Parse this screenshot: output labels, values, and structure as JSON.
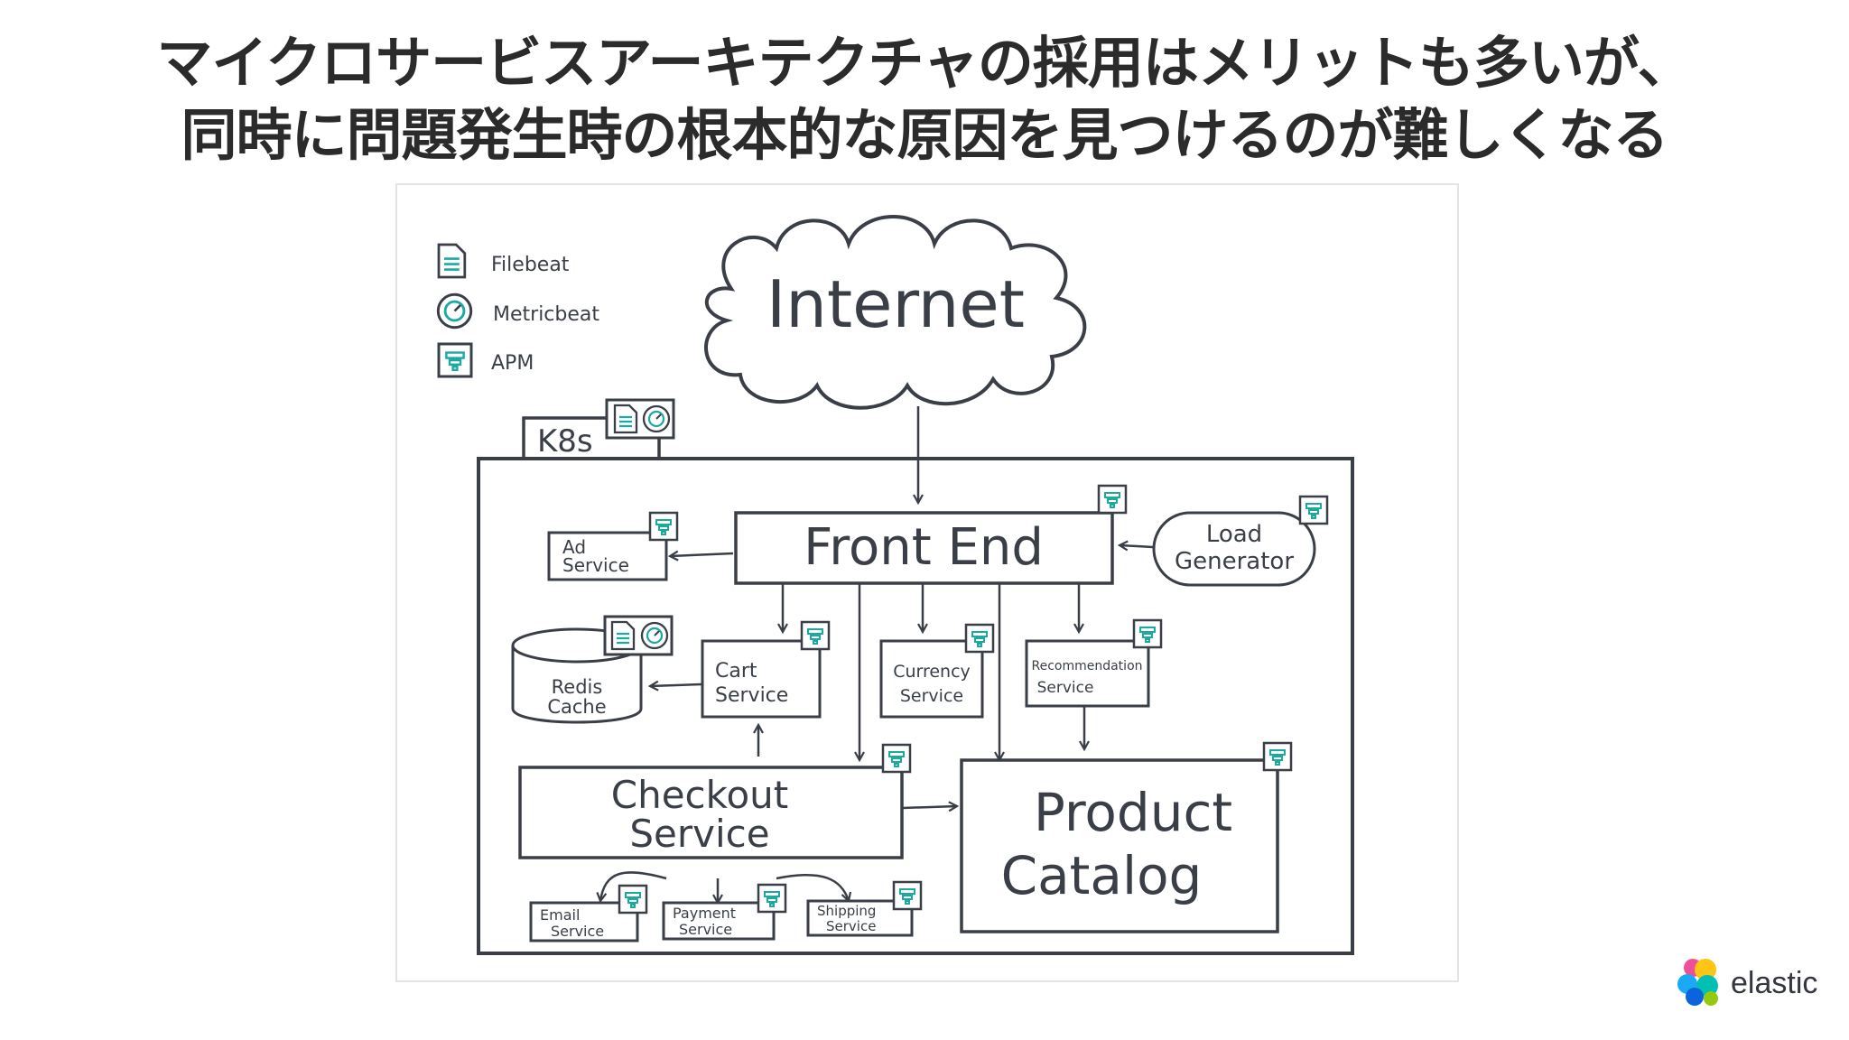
{
  "slide": {
    "title_line1": "マイクロサービスアーキテクチャの採用はメリットも多いが、",
    "title_line2": "同時に問題発生時の根本的な原因を見つけるのが難しくなる"
  },
  "legend": {
    "filebeat": "Filebeat",
    "metricbeat": "Metricbeat",
    "apm": "APM"
  },
  "diagram": {
    "internet": "Internet",
    "k8s": "K8s",
    "front_end": "Front End",
    "ad_service": [
      "Ad",
      "Service"
    ],
    "load_generator": [
      "Load",
      "Generator"
    ],
    "redis_cache": [
      "Redis",
      "Cache"
    ],
    "cart_service": [
      "Cart",
      "Service"
    ],
    "currency_service": [
      "Currency",
      "Service"
    ],
    "recommendation_service": [
      "Recommendation",
      "Service"
    ],
    "checkout_service": [
      "Checkout",
      "Service"
    ],
    "product_catalog": [
      "Product",
      "Catalog"
    ],
    "email_service": [
      "Email",
      "Service"
    ],
    "payment_service": [
      "Payment",
      "Service"
    ],
    "shipping_service": [
      "Shipping",
      "Service"
    ]
  },
  "brand": {
    "name": "elastic",
    "accent": "#1ba9a0",
    "ink": "#3a3f47"
  }
}
